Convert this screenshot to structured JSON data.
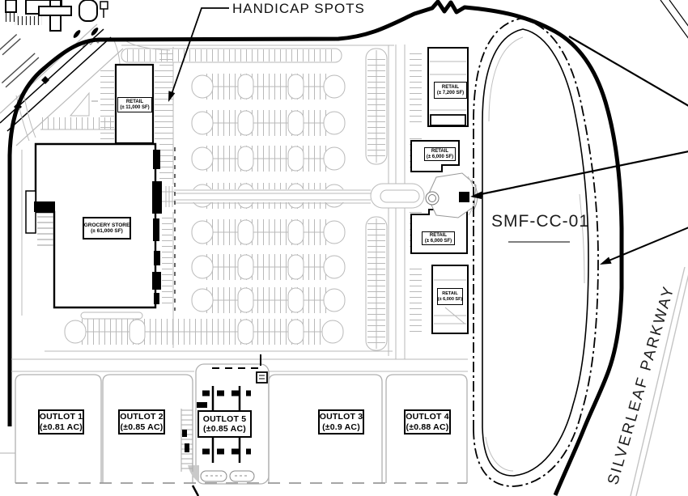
{
  "labels": {
    "handicap": "HANDICAP SPOTS",
    "parcel": "SMF-CC-01",
    "street": "SILVERLEAF PARKWAY"
  },
  "buildings": {
    "grocery": {
      "name": "GROCERY STORE",
      "size": "(± 61,000 SF)"
    },
    "retail_11000": {
      "name": "RETAIL",
      "size": "(± 11,000 SF)"
    },
    "retail_7200": {
      "name": "RETAIL",
      "size": "(± 7,200 SF)"
    },
    "retail_6000_north": {
      "name": "RETAIL",
      "size": "(± 6,000 SF)"
    },
    "retail_6000_mid": {
      "name": "RETAIL",
      "size": "(± 6,000 SF)"
    },
    "retail_6000_south": {
      "name": "RETAIL",
      "size": "(± 6,000 SF)"
    }
  },
  "outlots": [
    {
      "name": "OUTLOT 1",
      "area": "(±0.81 AC)"
    },
    {
      "name": "OUTLOT 2",
      "area": "(±0.85 AC)"
    },
    {
      "name": "OUTLOT 5",
      "area": "(±0.85 AC)"
    },
    {
      "name": "OUTLOT 3",
      "area": "(±0.9 AC)"
    },
    {
      "name": "OUTLOT 4",
      "area": "(±0.88 AC)"
    }
  ],
  "colors": {
    "background": "#ffffff",
    "linework_black": "#000000",
    "parking_gray": "#b9b9b9",
    "boundary_black": "#000000"
  }
}
